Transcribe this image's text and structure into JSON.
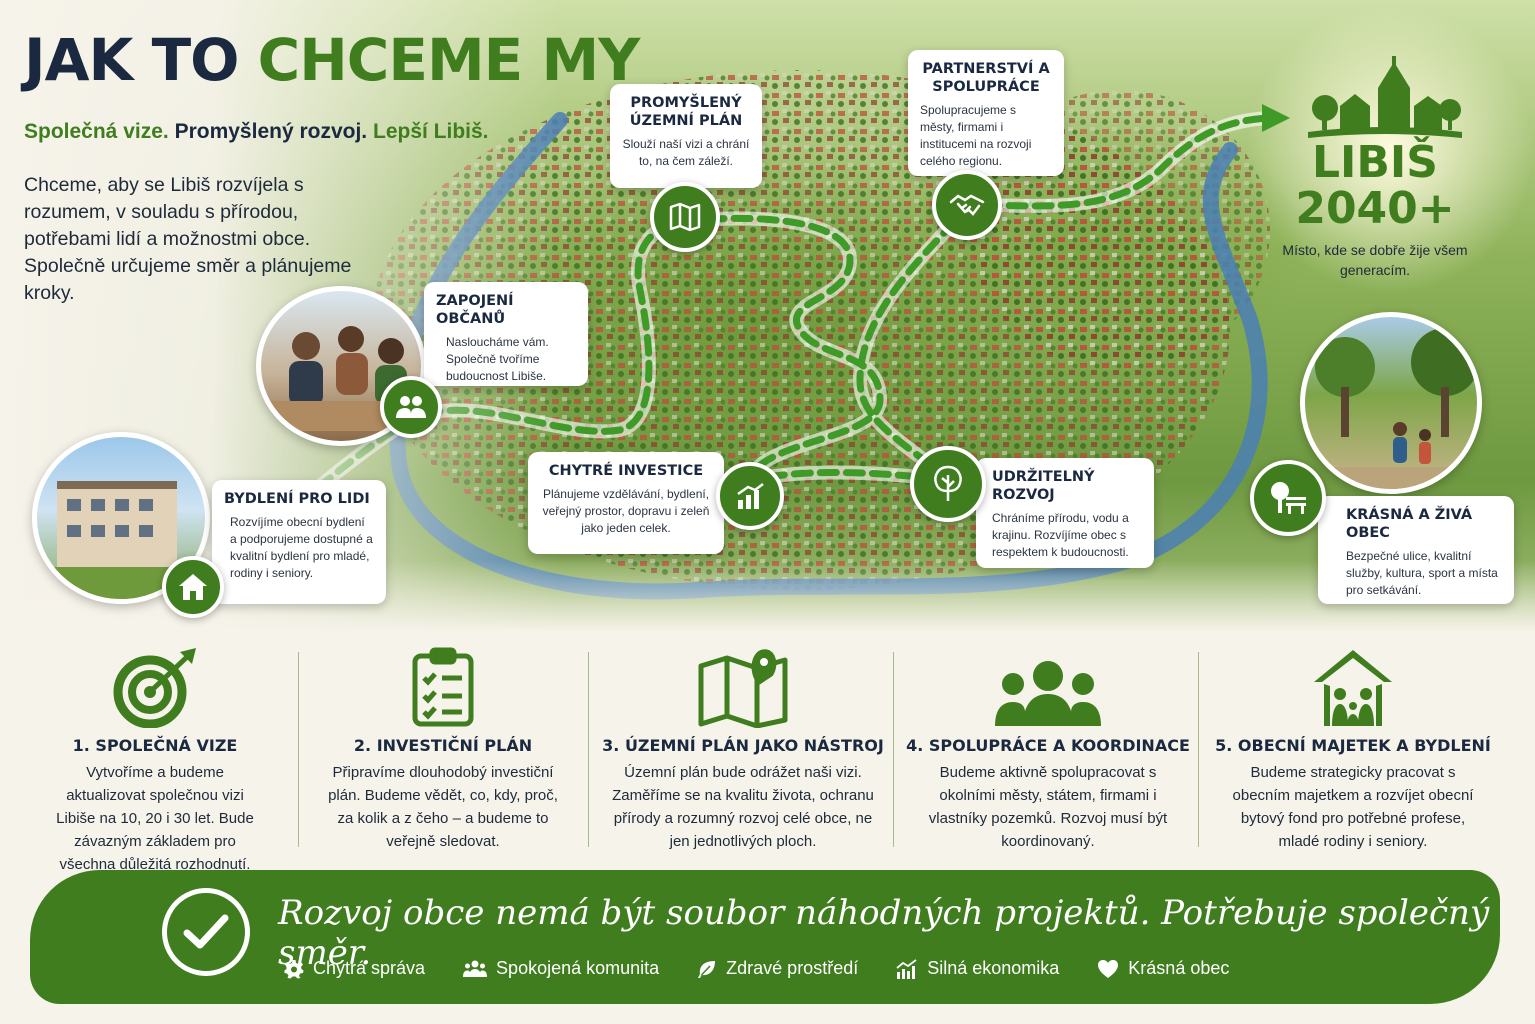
{
  "header": {
    "title_part1": "JAK TO ",
    "title_part2": "CHCEME MY",
    "subtitle_part1": "Společná vize.",
    "subtitle_part2": "Promyšlený rozvoj.",
    "subtitle_part3": "Lepší Libiš.",
    "intro": "Chceme, aby se Libiš rozvíjela s rozumem, v souladu s přírodou, potřebami lidí a možnostmi obce. Společně určujeme směr a plánujeme kroky."
  },
  "callouts": {
    "uzemni_plan": {
      "title": "PROMYŠLENÝ ÚZEMNÍ PLÁN",
      "text": "Slouží naší vizi a chrání to, na čem záleží."
    },
    "partnerstvi": {
      "title": "PARTNERSTVÍ A SPOLUPRÁCE",
      "text": "Spolupracujeme s městy, firmami i institucemi na rozvoji celého regionu."
    },
    "zapojeni": {
      "title": "ZAPOJENÍ OBČANŮ",
      "text": "Nasloucháme vám. Společně tvoříme budoucnost Libiše."
    },
    "bydleni": {
      "title": "BYDLENÍ PRO LIDI",
      "text": "Rozvíjíme obecní bydlení a podporujeme dostupné a kvalitní bydlení pro mladé, rodiny i seniory."
    },
    "investice": {
      "title": "CHYTRÉ INVESTICE",
      "text": "Plánujeme vzdělávání, bydlení, veřejný prostor, dopravu i zeleň jako jeden celek."
    },
    "udrzitelny": {
      "title": "UDRŽITELNÝ ROZVOJ",
      "text": "Chráníme přírodu, vodu a krajinu. Rozvíjíme obec s respektem k budoucnosti."
    },
    "krasna": {
      "title": "KRÁSNÁ A ŽIVÁ OBEC",
      "text": "Bezpečné ulice, kvalitní služby, kultura, sport a místa pro setkávání."
    }
  },
  "goal": {
    "title_line1": "LIBIŠ",
    "title_line2": "2040+",
    "text": "Místo, kde se dobře žije všem generacím."
  },
  "pillars": [
    {
      "title": "1. SPOLEČNÁ VIZE",
      "text": "Vytvoříme a budeme aktualizovat společnou vizi Libiše na 10, 20 i 30 let. Bude závazným základem pro všechna důležitá rozhodnutí.",
      "icon": "target-icon"
    },
    {
      "title": "2. INVESTIČNÍ PLÁN",
      "text": "Připravíme dlouhodobý investiční plán. Budeme vědět, co, kdy, proč, za kolik a z čeho – a budeme to veřejně sledovat.",
      "icon": "clipboard-checklist-icon"
    },
    {
      "title": "3. ÚZEMNÍ PLÁN JAKO NÁSTROJ",
      "text": "Územní plán bude odrážet naši vizi. Zaměříme se na kvalitu života, ochranu přírody a rozumný rozvoj celé obce, ne jen jednotlivých ploch.",
      "icon": "map-pin-icon"
    },
    {
      "title": "4. SPOLUPRÁCE A KOORDINACE",
      "text": "Budeme aktivně spolupracovat s okolními městy, státem, firmami i vlastníky pozemků. Rozvoj musí být koordinovaný.",
      "icon": "people-group-icon"
    },
    {
      "title": "5. OBECNÍ MAJETEK A BYDLENÍ",
      "text": "Budeme strategicky pracovat s obecním majetkem a rozvíjet obecní bytový fond pro potřebné profese, mladé rodiny i seniory.",
      "icon": "house-family-icon"
    }
  ],
  "banner": {
    "slogan": "Rozvoj obce nemá být soubor náhodných projektů. Potřebuje společný směr.",
    "values": [
      {
        "label": "Chytrá správa",
        "icon": "gear-icon"
      },
      {
        "label": "Spokojená komunita",
        "icon": "community-icon"
      },
      {
        "label": "Zdravé prostředí",
        "icon": "leaf-icon"
      },
      {
        "label": "Silná ekonomika",
        "icon": "growth-chart-icon"
      },
      {
        "label": "Krásná obec",
        "icon": "heart-icon"
      }
    ]
  },
  "colors": {
    "accent_green": "#3f7d1e",
    "navy": "#1b2940",
    "river_blue": "#4a7fb5",
    "background": "#f6f3ea"
  }
}
